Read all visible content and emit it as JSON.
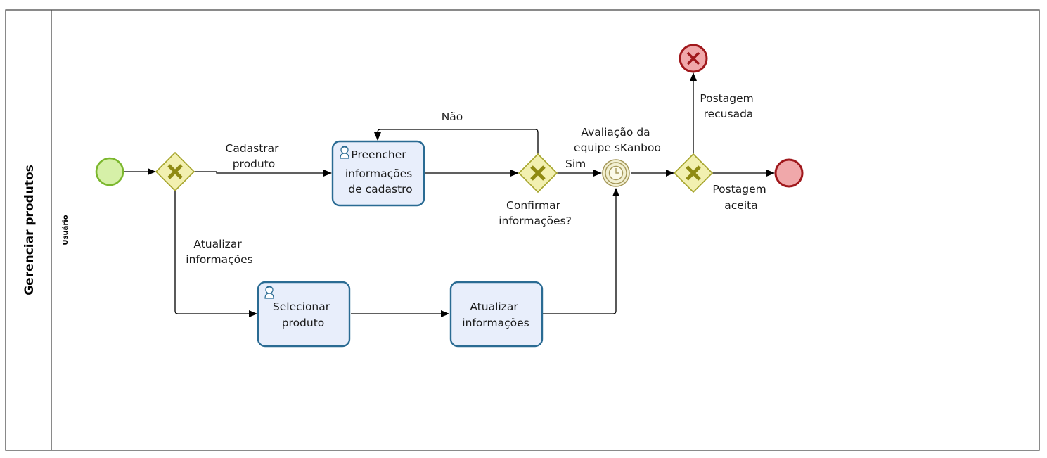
{
  "pool": {
    "title": "Gerenciar produtos"
  },
  "lane": {
    "title": "Usuário"
  },
  "tasks": {
    "preencher": [
      "Preencher",
      "informações",
      "de cadastro"
    ],
    "selecionar": [
      "Selecionar",
      "produto"
    ],
    "atualizar": [
      "Atualizar",
      "informações"
    ]
  },
  "labels": {
    "cadastrar": [
      "Cadastrar",
      "produto"
    ],
    "atualizar_info": [
      "Atualizar",
      "informações"
    ],
    "nao": "Não",
    "sim": "Sim",
    "confirmar": [
      "Confirmar",
      "informações?"
    ],
    "avaliacao": [
      "Avaliação da",
      "equipe sKanboo"
    ],
    "recusada": [
      "Postagem",
      "recusada"
    ],
    "aceita": [
      "Postagem",
      "aceita"
    ]
  },
  "icons": {
    "user_task": "user-icon",
    "timer": "clock-icon",
    "exclusive_gateway": "x-icon",
    "error_end": "x-circle-icon"
  },
  "colors": {
    "start_fill": "#d6f0a8",
    "start_stroke": "#7bb72d",
    "end_fill": "#f0a8aa",
    "end_stroke": "#a0181c",
    "task_fill": "#e8eefb",
    "task_stroke": "#2a6b93",
    "gateway_fill": "#f2f0b0",
    "gateway_stroke": "#a5a32a"
  }
}
